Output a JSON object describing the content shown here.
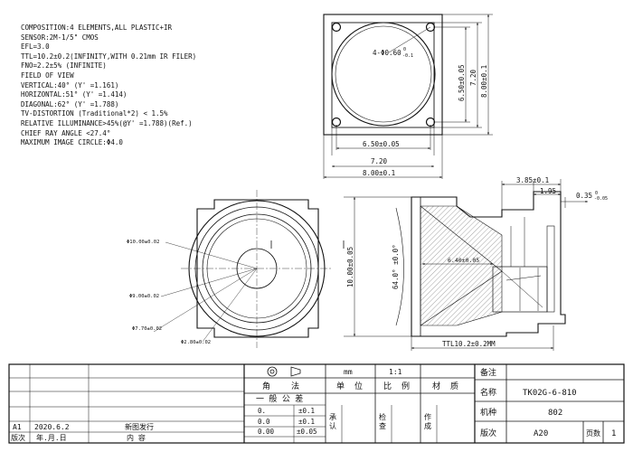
{
  "specs": [
    "COMPOSITION:4 ELEMENTS,ALL PLASTIC+IR",
    "SENSOR:2M-1/5\" CMOS",
    "EFL=3.0",
    "TTL=10.2±0.2(INFINITY,WITH 0.21mm IR FILER)",
    "FNO=2.2±5% (INFINITE)",
    "FIELD OF VIEW",
    "  VERTICAL:40° (Y' =1.161)",
    "  HORIZONTAL:51° (Y' =1.414)",
    "  DIAGONAL:62° (Y' =1.788)",
    "TV-DISTORTION (Traditional*2) < 1.5%",
    "RELATIVE ILLUMINANCE>45%(@Y' =1.788)(Ref.)",
    "CHIEF RAY ANGLE <27.4°",
    "MAXIMUM IMAGE CIRCLE:Φ4.0"
  ],
  "top_view": {
    "hole_note": "4-Φ0.60",
    "hole_tol_upper": "0",
    "hole_tol_lower": "-0.1",
    "dim_650_h": "6.50±0.05",
    "dim_720_h": "7.20",
    "dim_800_h": "8.00±0.1",
    "dim_650_v": "6.50±0.05",
    "dim_720_v": "7.20",
    "dim_800_v": "8.00±0.1"
  },
  "front_view": {
    "d1": "Φ10.00±0.02",
    "d2": "Φ9.00±0.02",
    "d3": "Φ7.70±0.02",
    "d4": "Φ2.80±0.02"
  },
  "side_view": {
    "dim_385": "3.85±0.1",
    "dim_195": "1.95",
    "dim_035": "0.35",
    "dim_035_tol_upper": "0",
    "dim_035_tol_lower": "-0.05",
    "dim_1000": "10.00±0.05",
    "angle": "64.0° ±0.0°",
    "dim_640": "6.40±0.05",
    "dim_ttl": "TTL10.2±0.2MM"
  },
  "title_block": {
    "unit": "mm",
    "scale": "1:1",
    "remark_label": "备注",
    "name_label": "名称",
    "name_value": "TK02G-6-810",
    "model_label": "机种",
    "model_value": "802",
    "version_label": "版次",
    "version_value": "A20",
    "pages_label": "页数",
    "pages_value": "1",
    "angle_label": "角",
    "method_label": "法",
    "unit_label": "单",
    "unit_label2": "位",
    "scale_label": "比",
    "scale_label2": "例",
    "material_label": "材",
    "material_label2": "质",
    "tolerance_header": "一 般 公 差",
    "tolerance_rows": [
      {
        "precision": "0.",
        "tol": "±0.1"
      },
      {
        "precision": "0.0",
        "tol": "±0.1"
      },
      {
        "precision": "0.00",
        "tol": "±0.05"
      }
    ],
    "approve_label": "承\n认",
    "check_label": "检\n查",
    "author_label": "作\n成",
    "revision": {
      "version": "A1",
      "date": "2020.6.2",
      "content": "新图发行"
    },
    "revision_header": {
      "version": "版次",
      "date": "年.月.日",
      "content": "内    容"
    }
  }
}
